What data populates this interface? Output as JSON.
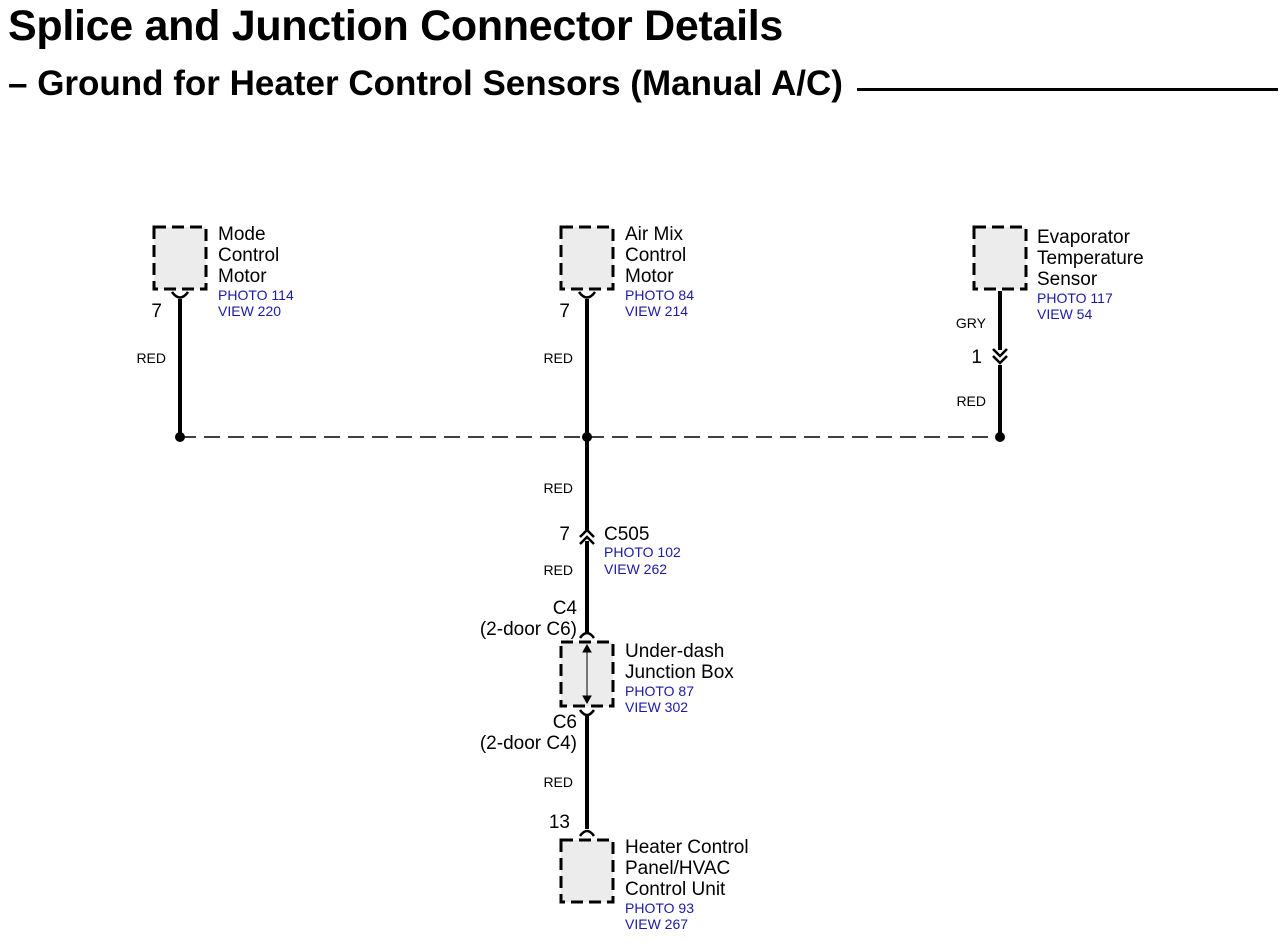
{
  "title": "Splice and Junction Connector Details",
  "subtitle": "– Ground for Heater Control Sensors (Manual A/C)",
  "colors": {
    "link": "#1a1aa6",
    "component_fill": "#ececec",
    "wire": "#000000"
  },
  "components": {
    "mode_motor": {
      "name": [
        "Mode",
        "Control",
        "Motor"
      ],
      "photo": "PHOTO 114",
      "view": "VIEW 220",
      "pin": "7",
      "wire": "RED"
    },
    "air_mix_motor": {
      "name": [
        "Air Mix",
        "Control",
        "Motor"
      ],
      "photo": "PHOTO 84",
      "view": "VIEW 214",
      "pin": "7",
      "wire": "RED"
    },
    "evap_sensor": {
      "name": [
        "Evaporator",
        "Temperature",
        "Sensor"
      ],
      "photo": "PHOTO 117",
      "view": "VIEW 54",
      "wire_top": "GRY",
      "pin": "1",
      "wire_bottom": "RED"
    },
    "c505": {
      "wire_above": "RED",
      "pin": "7",
      "name": "C505",
      "photo": "PHOTO 102",
      "view": "VIEW 262",
      "wire_below": "RED"
    },
    "junction_box": {
      "top_connector": "C4",
      "top_connector_alt": "(2-door C6)",
      "name": [
        "Under-dash",
        "Junction Box"
      ],
      "photo": "PHOTO 87",
      "view": "VIEW 302",
      "bottom_connector": "C6",
      "bottom_connector_alt": "(2-door C4)",
      "wire": "RED"
    },
    "heater_panel": {
      "pin": "13",
      "name": [
        "Heater Control",
        "Panel/HVAC",
        "Control Unit"
      ],
      "photo": "PHOTO 93",
      "view": "VIEW 267"
    }
  }
}
